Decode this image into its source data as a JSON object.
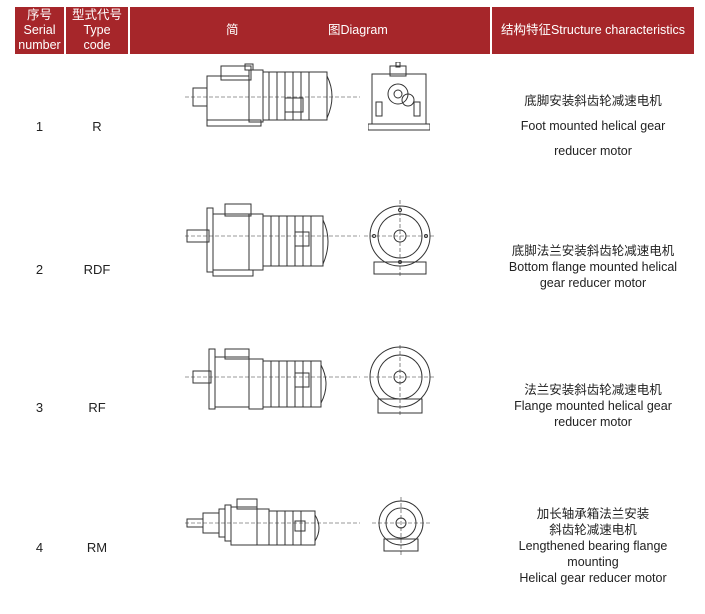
{
  "header": {
    "serial_cn": "序号",
    "serial_en1": "Serial",
    "serial_en2": "number",
    "type_cn": "型式代号",
    "type_en1": "Type",
    "type_en2": "code",
    "diagram_a": "简",
    "diagram_b": "图Diagram",
    "structure": "结构特征Structure characteristics"
  },
  "rows": [
    {
      "serial": "1",
      "code": "R",
      "desc_lines": [
        "底脚安装斜齿轮减速电机",
        "Foot mounted helical gear",
        "reducer motor"
      ]
    },
    {
      "serial": "2",
      "code": "RDF",
      "desc_lines": [
        "底脚法兰安装斜齿轮减速电机",
        "Bottom flange mounted helical",
        "gear reducer motor"
      ]
    },
    {
      "serial": "3",
      "code": "RF",
      "desc_lines": [
        "法兰安装斜齿轮减速电机",
        "Flange mounted helical gear",
        "reducer motor"
      ]
    },
    {
      "serial": "4",
      "code": "RM",
      "desc_lines": [
        "加长轴承箱法兰安装",
        "斜齿轮减速电机",
        "Lengthened bearing flange",
        "mounting",
        "Helical gear reducer motor"
      ]
    }
  ]
}
